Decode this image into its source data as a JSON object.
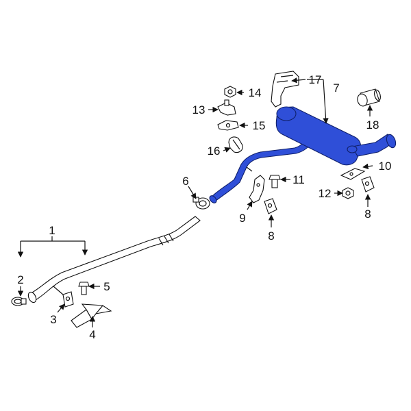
{
  "diagram": {
    "colors": {
      "highlight": "#2f4fd8",
      "outline": "#111111",
      "background": "#ffffff"
    },
    "callouts": [
      {
        "id": "c1",
        "label": "1"
      },
      {
        "id": "c2",
        "label": "2"
      },
      {
        "id": "c3",
        "label": "3"
      },
      {
        "id": "c4",
        "label": "4"
      },
      {
        "id": "c5",
        "label": "5"
      },
      {
        "id": "c6",
        "label": "6"
      },
      {
        "id": "c7",
        "label": "7"
      },
      {
        "id": "c8a",
        "label": "8"
      },
      {
        "id": "c8b",
        "label": "8"
      },
      {
        "id": "c9",
        "label": "9"
      },
      {
        "id": "c10",
        "label": "10"
      },
      {
        "id": "c11",
        "label": "11"
      },
      {
        "id": "c12",
        "label": "12"
      },
      {
        "id": "c13",
        "label": "13"
      },
      {
        "id": "c14",
        "label": "14"
      },
      {
        "id": "c15",
        "label": "15"
      },
      {
        "id": "c16",
        "label": "16"
      },
      {
        "id": "c17",
        "label": "17"
      },
      {
        "id": "c18",
        "label": "18"
      }
    ]
  }
}
